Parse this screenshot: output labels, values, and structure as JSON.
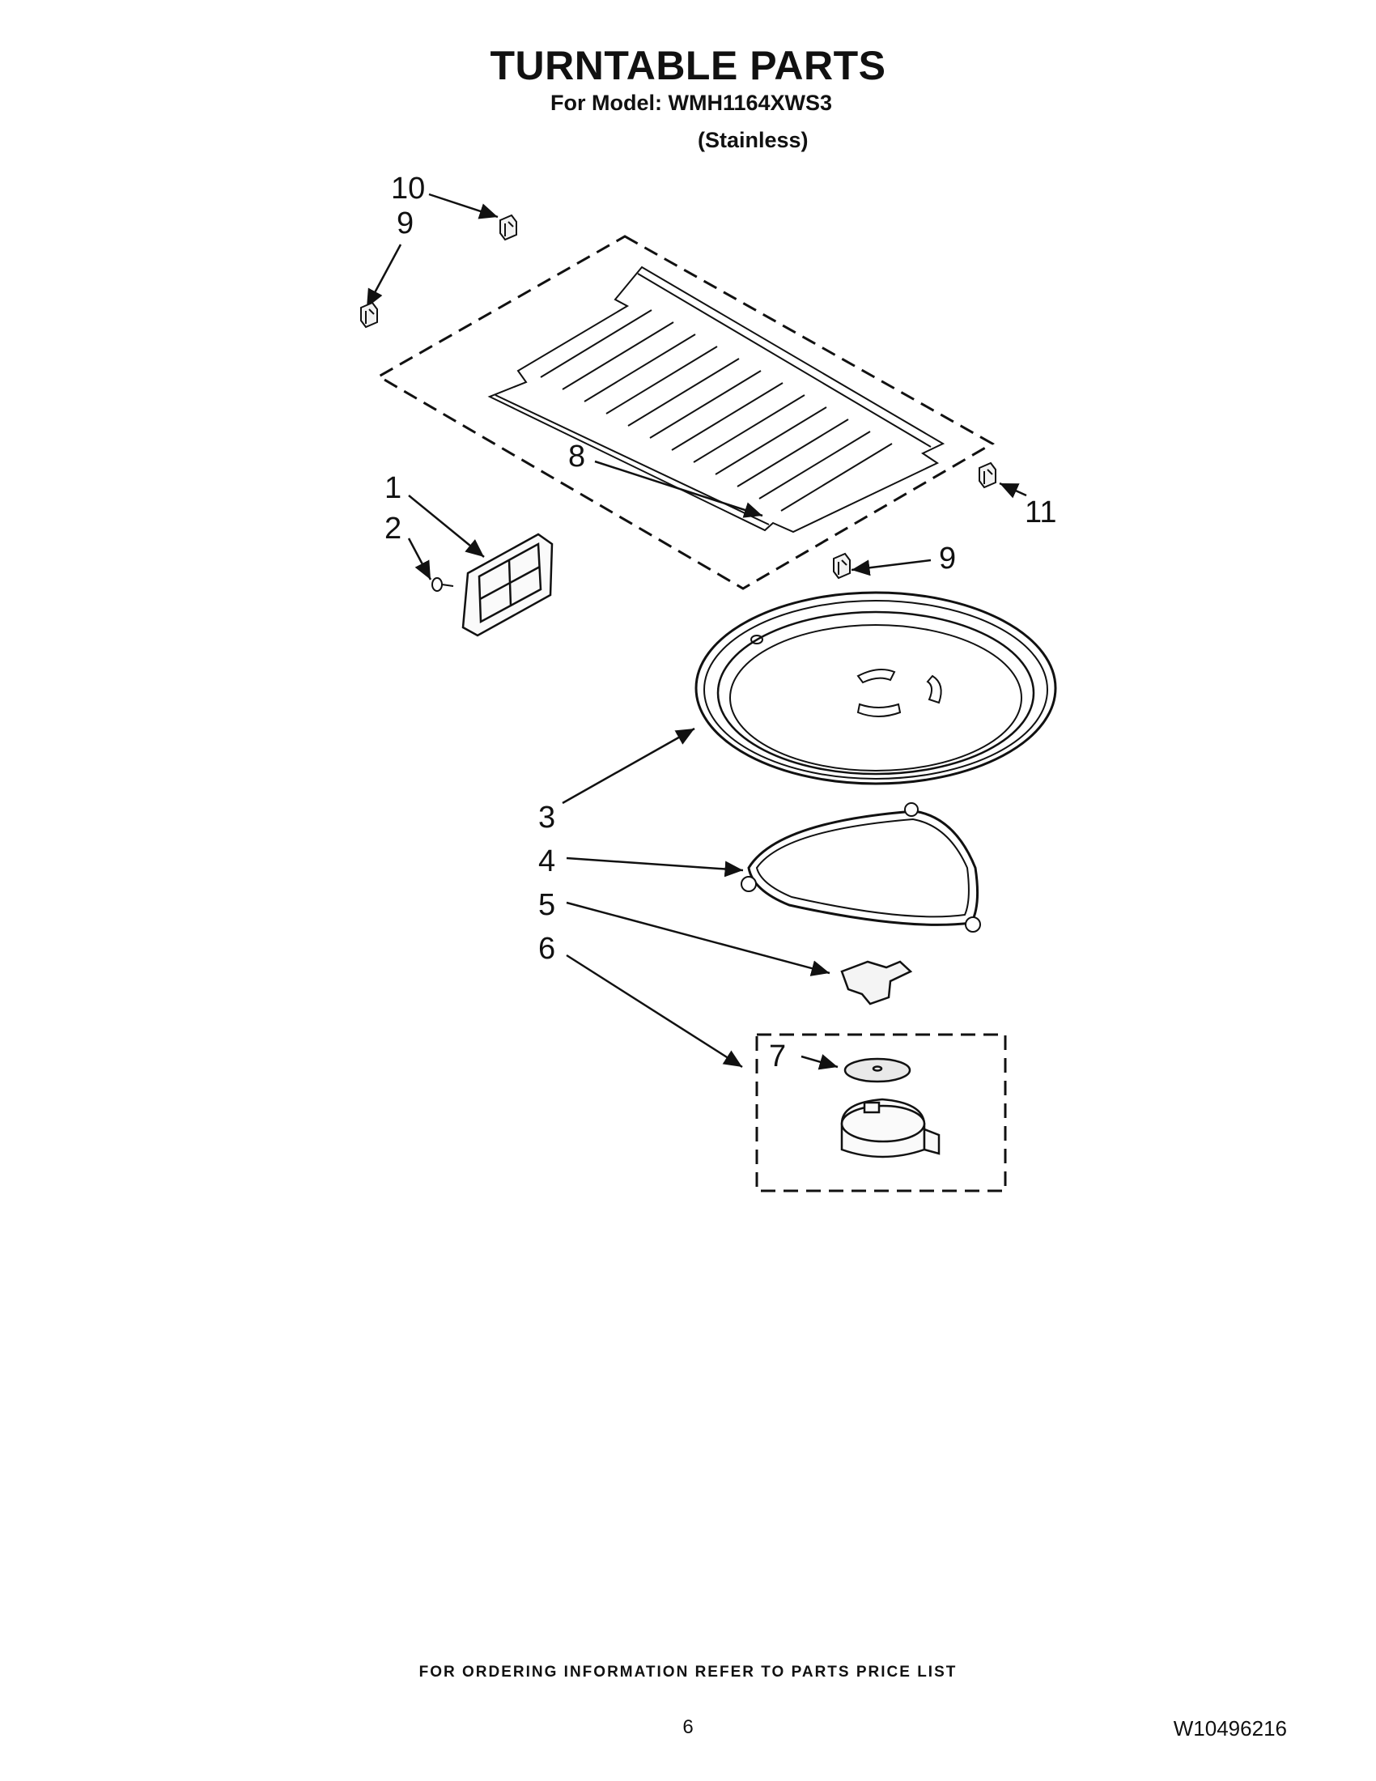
{
  "header": {
    "title": "TURNTABLE PARTS",
    "model_line": "For Model: WMH1164XWS3",
    "variant": "(Stainless)"
  },
  "callouts": [
    "10",
    "9",
    "8",
    "1",
    "2",
    "11",
    "9",
    "3",
    "4",
    "5",
    "6",
    "7"
  ],
  "footer": {
    "ordering_note": "FOR ORDERING INFORMATION REFER TO PARTS PRICE LIST",
    "page_number": "6",
    "document_number": "W10496216"
  }
}
